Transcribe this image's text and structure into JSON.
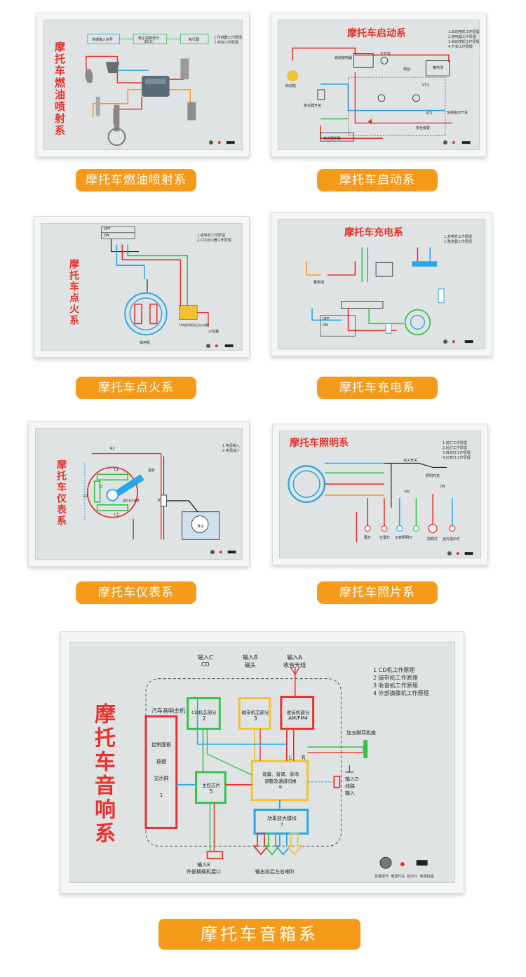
{
  "boards": [
    {
      "id": "fuel",
      "title": "摩托车燃油喷射系",
      "notes": [
        "1.传感器工作原理",
        "2.喷油工作原理"
      ],
      "labels": [
        "传感输入信号",
        "电子控制单元",
        "执行器",
        "(ECU)"
      ]
    },
    {
      "id": "start",
      "title": "摩托车启动系",
      "notes": [
        "1.启动电机工作原理",
        "2.继电器工作原理",
        "3.启动按钮工作原理",
        "4.开关工作原理"
      ],
      "labels": [
        "启动机",
        "启动继电器",
        "主开关",
        "蓄电池",
        "熔丝",
        "离合器开关",
        "空挡指示开关",
        "安全装置",
        "离合器断路",
        "VT1",
        "VT2"
      ]
    },
    {
      "id": "ignition",
      "title": "摩托车点火系",
      "notes": [
        "1.磁电机工作原理",
        "2.CDI点火器工作原理"
      ],
      "labels": [
        "OFF",
        "ON",
        "CDI组件和高压点火线圈",
        "火花塞",
        "磁电机"
      ]
    },
    {
      "id": "charging",
      "title": "摩托车充电系",
      "notes": [
        "1.发电机工作原理",
        "2.整流器工作原理"
      ],
      "labels": [
        "OFF",
        "ON",
        "蓄电池"
      ]
    },
    {
      "id": "meter",
      "title": "摩托车仪表系",
      "notes": [
        "1.电源接入",
        "2.电源减少"
      ],
      "labels": [
        "R2",
        "R1",
        "L1",
        "L2",
        "L3",
        "指针",
        "盘形永久磁铁",
        "R",
        "浮子"
      ]
    },
    {
      "id": "lighting",
      "title": "摩托车照明系",
      "notes": [
        "1.前灯工作原理",
        "2.后灯工作原理",
        "3.转向灯工作原理",
        "4.仪表灯工作原理"
      ],
      "labels": [
        "点火开关",
        "照明开关",
        "PO",
        "ON",
        "尾灯",
        "位置灯",
        "仪表照明灯",
        "前照灯",
        "远光指示灯"
      ]
    },
    {
      "id": "audio",
      "title": "摩托车音响系",
      "notes": [
        "1 CD机工作原理",
        "2 磁带机工作原理",
        "3 收音机工作原理",
        "4 外部换碟机工作原理"
      ],
      "inputs": {
        "c": [
          "输入C",
          "CD"
        ],
        "b": [
          "输入B",
          "磁头"
        ],
        "a": [
          "输入A",
          "收音天线"
        ]
      },
      "blocks": {
        "host": "汽车音响主机",
        "cd": [
          "CD机芯部分",
          "2"
        ],
        "tape": [
          "磁带机芯部分",
          "3"
        ],
        "radio": [
          "收音机部分",
          "AM/FM4"
        ],
        "panel": [
          "控制面板",
          "按键",
          "显示屏",
          "1"
        ],
        "chip": [
          "主控芯片",
          "5"
        ],
        "mix": [
          "音量、音调、音场",
          "调整及通道切换",
          "6"
        ],
        "amp": [
          "功率放大模块",
          "7"
        ]
      },
      "side": {
        "earphone": "加五脚耳机座",
        "d": [
          "输入D",
          "线路",
          "输入"
        ],
        "e": [
          "输入E",
          "外部换碟机接口"
        ],
        "out": "输出前后左右喇叭",
        "L": "L",
        "R": "R"
      },
      "controls": [
        "音量调节",
        "电源开关",
        "指示灯",
        "电源插座"
      ]
    }
  ],
  "captions": [
    "摩托车燃油喷射系",
    "摩托车启动系",
    "摩托车点火系",
    "摩托车充电系",
    "摩托车仪表系",
    "摩托车照片系",
    "摩托车音箱系"
  ],
  "small_controls": [
    "音量调节",
    "电源开关",
    "指示灯",
    "电源插座"
  ],
  "colors": {
    "orange": "#f59a1a",
    "red": "#e8322b",
    "green": "#34c24a",
    "blue": "#2aa6e8",
    "yellow": "#f2c230"
  }
}
